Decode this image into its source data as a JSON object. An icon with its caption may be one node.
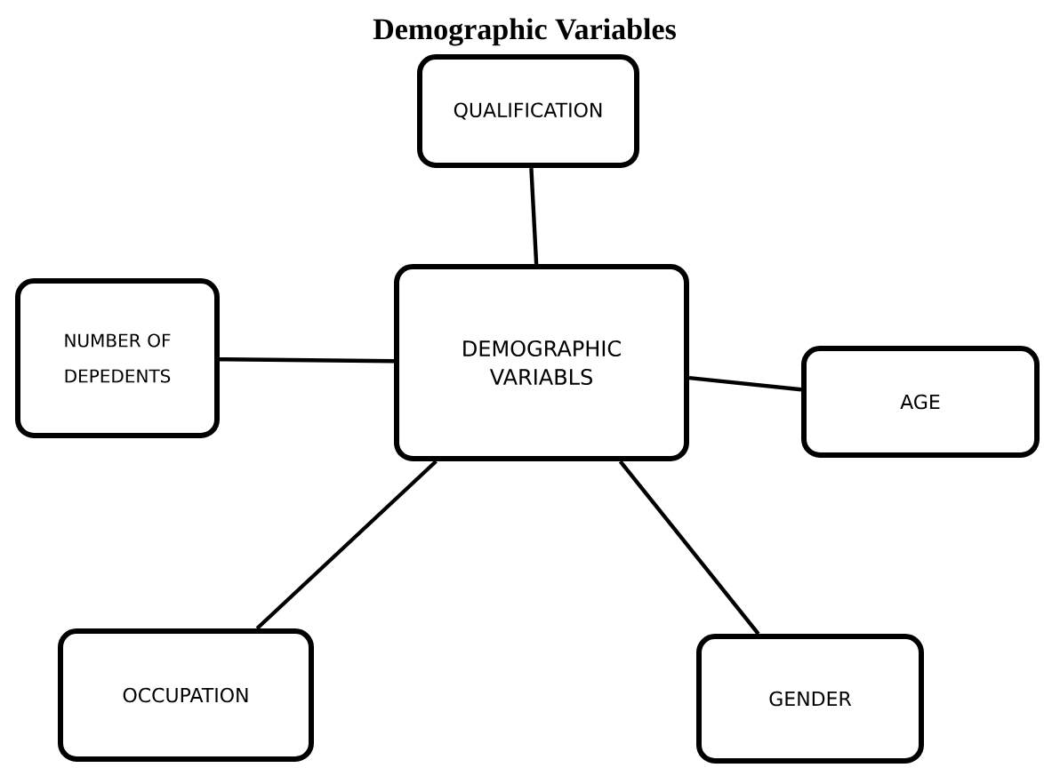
{
  "diagram": {
    "title": "Demographic Variables",
    "nodes": [
      {
        "text": [
          "QUALIFICATION"
        ]
      },
      {
        "text": [
          "NUMBER OF DEPEDENTS"
        ]
      },
      {
        "text": [
          "DEMOGRAPHIC VARIABLS"
        ]
      },
      {
        "text": [
          "AGE"
        ]
      },
      {
        "text": [
          "OCCUPATION"
        ]
      },
      {
        "text": [
          "GENDER"
        ]
      }
    ],
    "edges": [
      {
        "from": 2,
        "to": 0,
        "arrow": "none"
      },
      {
        "from": 2,
        "to": 1,
        "arrow": "none"
      },
      {
        "from": 2,
        "to": 3,
        "arrow": "none"
      },
      {
        "from": 2,
        "to": 4,
        "arrow": "none"
      },
      {
        "from": 2,
        "to": 5,
        "arrow": "none"
      }
    ]
  }
}
